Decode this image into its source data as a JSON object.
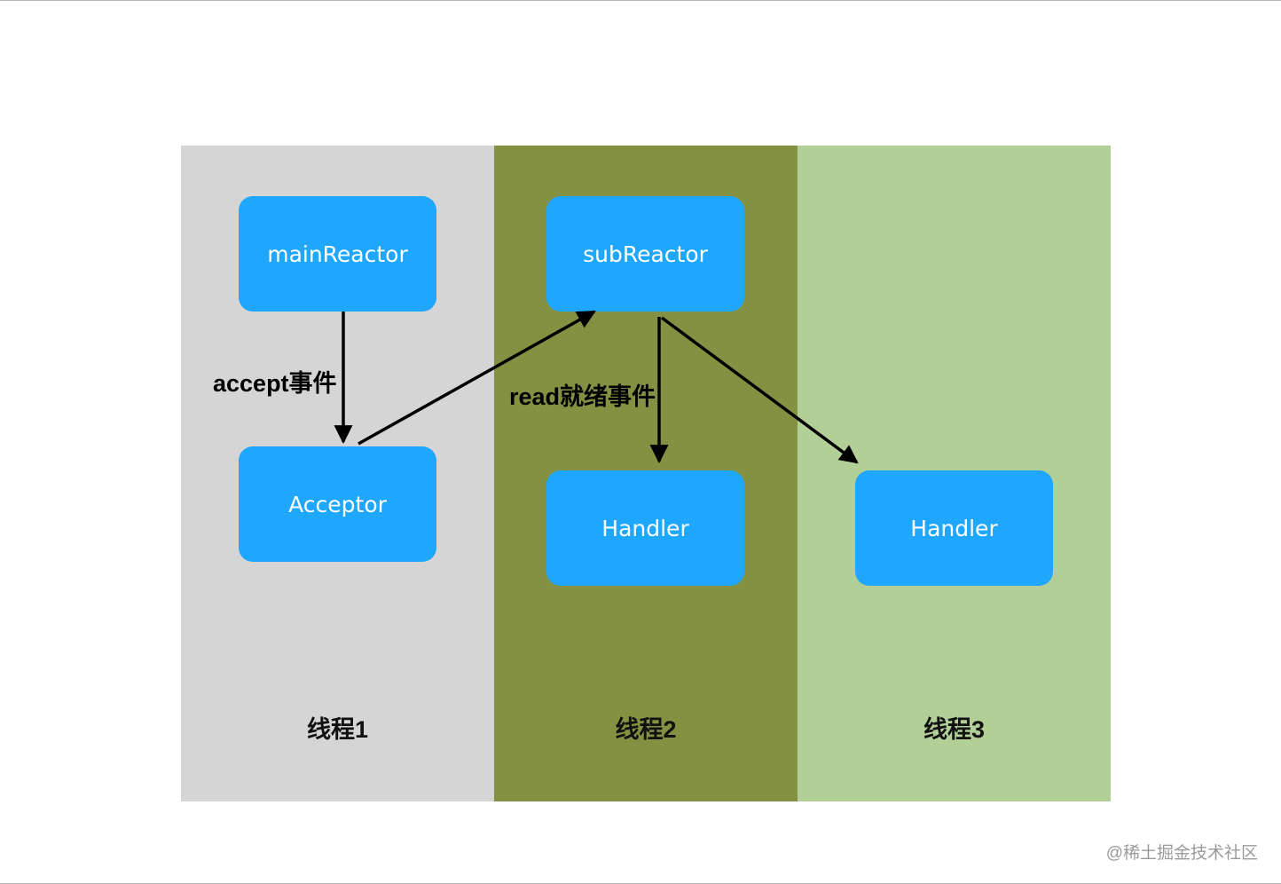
{
  "lanes": [
    {
      "title": "线程1",
      "color": "#d5d5d5"
    },
    {
      "title": "线程2",
      "color": "#859142"
    },
    {
      "title": "线程3",
      "color": "#b1cf97"
    }
  ],
  "nodes": {
    "main_reactor": "mainReactor",
    "acceptor": "Acceptor",
    "sub_reactor": "subReactor",
    "handler_2": "Handler",
    "handler_3": "Handler"
  },
  "edges": {
    "accept_event": "accept事件",
    "read_ready_event": "read就绪事件"
  },
  "colors": {
    "node": "#1ea7fd",
    "arrow": "#000000"
  },
  "watermark": "@稀土掘金技术社区"
}
